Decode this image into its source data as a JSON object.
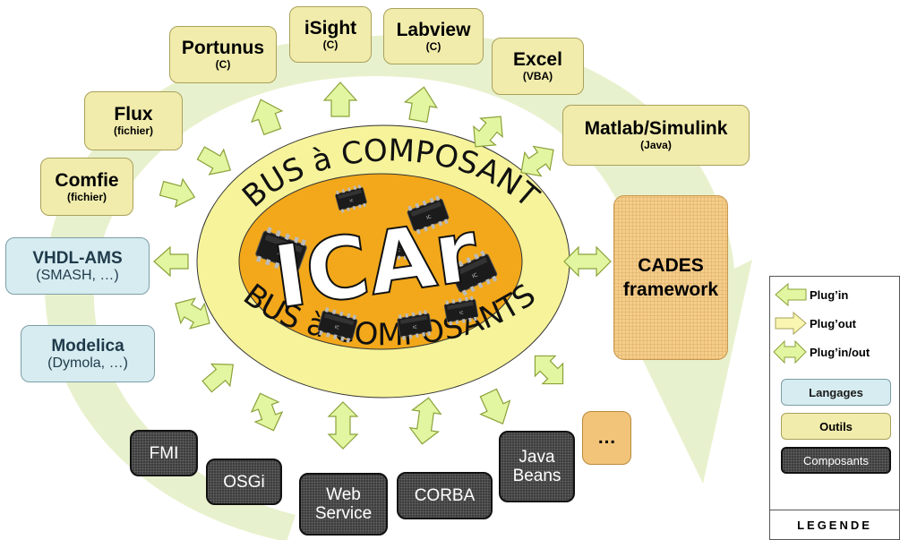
{
  "center": {
    "logo": "ICAr",
    "ring_top": "BUS à COMPOSANT",
    "ring_bottom": "BUS à COMPOSANTS"
  },
  "tools": [
    {
      "id": "portunus",
      "title": "Portunus",
      "sub": "(C)"
    },
    {
      "id": "isight",
      "title": "iSight",
      "sub": "(C)"
    },
    {
      "id": "labview",
      "title": "Labview",
      "sub": "(C)"
    },
    {
      "id": "excel",
      "title": "Excel",
      "sub": "(VBA)"
    },
    {
      "id": "matlab",
      "title": "Matlab/Simulink",
      "sub": "(Java)"
    },
    {
      "id": "flux",
      "title": "Flux",
      "sub": "(fichier)"
    },
    {
      "id": "comfie",
      "title": "Comfie",
      "sub": "(fichier)"
    }
  ],
  "languages": [
    {
      "id": "vhdl",
      "title": "VHDL-AMS",
      "sub": "(SMASH, …)"
    },
    {
      "id": "modelica",
      "title": "Modelica",
      "sub": "(Dymola, …)"
    }
  ],
  "components": [
    {
      "id": "fmi",
      "line1": "FMI",
      "line2": ""
    },
    {
      "id": "osgi",
      "line1": "OSGi",
      "line2": ""
    },
    {
      "id": "webservice",
      "line1": "Web",
      "line2": "Service"
    },
    {
      "id": "corba",
      "line1": "CORBA",
      "line2": ""
    },
    {
      "id": "javabeans",
      "line1": "Java",
      "line2": "Beans"
    }
  ],
  "cades": {
    "line1": "CADES",
    "line2": "framework"
  },
  "misc": {
    "label": "…"
  },
  "legend": {
    "plugin": "Plug’in",
    "plugout": "Plug’out",
    "pluginout": "Plug’in/out",
    "langages": "Langages",
    "outils": "Outils",
    "composants": "Composants",
    "title": "LEGENDE"
  },
  "colors": {
    "arrow_fill": "#e2f5a0",
    "arrow_stroke": "#8aa23a",
    "tool_fill": "#f1ecac",
    "lang_fill": "#d6ecf1",
    "comp_fill": "#3d3d3d",
    "ellipse_outer": "#f7f39a",
    "ellipse_inner": "#f2a81a",
    "swirl": "#e3ecc6"
  }
}
